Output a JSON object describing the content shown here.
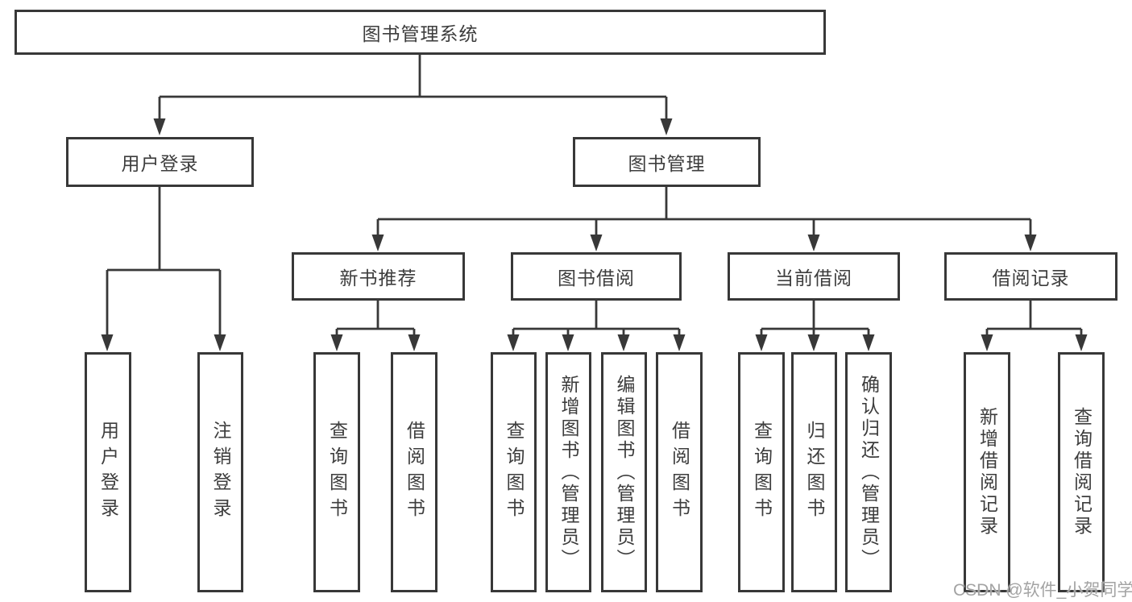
{
  "tree": {
    "label": "图书管理系统",
    "children": [
      {
        "label": "用户登录",
        "children": [
          {
            "label": "用户登录"
          },
          {
            "label": "注销登录"
          }
        ]
      },
      {
        "label": "图书管理",
        "children": [
          {
            "label": "新书推荐",
            "children": [
              {
                "label": "查询图书"
              },
              {
                "label": "借阅图书"
              }
            ]
          },
          {
            "label": "图书借阅",
            "children": [
              {
                "label": "查询图书"
              },
              {
                "label": "新增图书（管理员）"
              },
              {
                "label": "编辑图书（管理员）"
              },
              {
                "label": "借阅图书"
              }
            ]
          },
          {
            "label": "当前借阅",
            "children": [
              {
                "label": "查询图书"
              },
              {
                "label": "归还图书"
              },
              {
                "label": "确认归还（管理员）"
              }
            ]
          },
          {
            "label": "借阅记录",
            "children": [
              {
                "label": "新增借阅记录"
              },
              {
                "label": "查询借阅记录"
              }
            ]
          }
        ]
      }
    ]
  },
  "colors": {
    "line": "#383838",
    "text": "#3d3d3d",
    "watermark_gray": "#a3a3a3"
  },
  "watermark": "CSDN @软件_小贺同学"
}
